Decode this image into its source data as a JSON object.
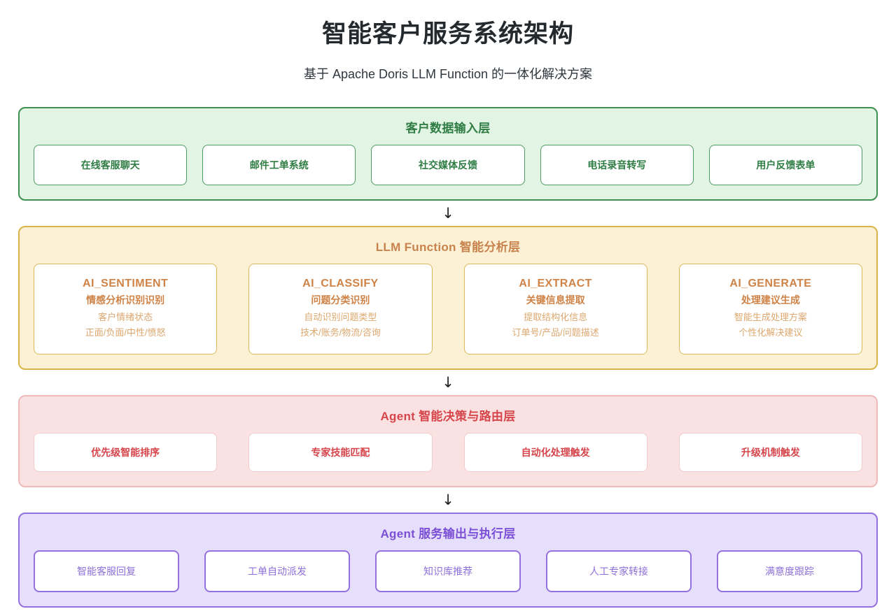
{
  "header": {
    "title": "智能客户服务系统架构",
    "subtitle": "基于 Apache Doris LLM Function 的一体化解决方案"
  },
  "connector_glyph": "↓",
  "layers": [
    {
      "id": "input-layer",
      "title": "客户数据输入层",
      "accent": "#2f7d44",
      "background": "#e2f4e4",
      "border": "#3f8f52",
      "cards": [
        {
          "label": "在线客服聊天"
        },
        {
          "label": "邮件工单系统"
        },
        {
          "label": "社交媒体反馈"
        },
        {
          "label": "电话录音转写"
        },
        {
          "label": "用户反馈表单"
        }
      ]
    },
    {
      "id": "llm-layer",
      "title": "LLM Function 智能分析层",
      "accent": "#c8824d",
      "background": "#fcf1d4",
      "border": "#d9b44a",
      "cards": [
        {
          "name": "AI_SENTIMENT",
          "subtitle": "情感分析识别识别",
          "detail1": "客户情绪状态",
          "detail2": "正面/负面/中性/愤怒"
        },
        {
          "name": "AI_CLASSIFY",
          "subtitle": "问题分类识别",
          "detail1": "自动识别问题类型",
          "detail2": "技术/账务/物流/咨询"
        },
        {
          "name": "AI_EXTRACT",
          "subtitle": "关键信息提取",
          "detail1": "提取结构化信息",
          "detail2": "订单号/产品/问题描述"
        },
        {
          "name": "AI_GENERATE",
          "subtitle": "处理建议生成",
          "detail1": "智能生成处理方案",
          "detail2": "个性化解决建议"
        }
      ]
    },
    {
      "id": "agent-decision-layer",
      "title": "Agent 智能决策与路由层",
      "accent": "#d6454b",
      "background": "#fbe2e2",
      "border": "#eeb9b9",
      "cards": [
        {
          "label": "优先级智能排序"
        },
        {
          "label": "专家技能匹配"
        },
        {
          "label": "自动化处理触发"
        },
        {
          "label": "升级机制触发"
        }
      ]
    },
    {
      "id": "agent-output-layer",
      "title": "Agent 服务输出与执行层",
      "accent": "#7b4fd6",
      "background": "#e6dffb",
      "border": "#9470df",
      "cards": [
        {
          "label": "智能客服回复"
        },
        {
          "label": "工单自动派发"
        },
        {
          "label": "知识库推荐"
        },
        {
          "label": "人工专家转接"
        },
        {
          "label": "满意度跟踪"
        }
      ]
    }
  ]
}
